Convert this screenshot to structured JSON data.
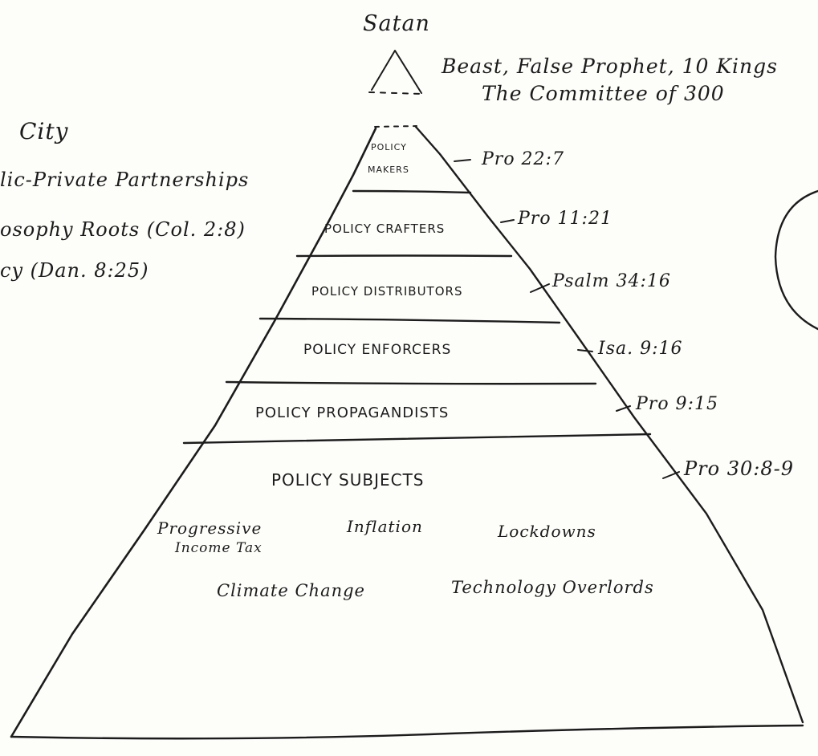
{
  "top": {
    "satan": "Satan",
    "beast_line": "Beast, False Prophet, 10 Kings",
    "committee_line": "The Committee of 300"
  },
  "left_notes": [
    "City",
    "lic-Private Partnerships",
    "osophy Roots (Col. 2:8)",
    "cy (Dan. 8:25)"
  ],
  "tiers": [
    {
      "line1": "POLICY",
      "line2": "MAKERS",
      "ref": "Pro 22:7"
    },
    {
      "label": "POLICY CRAFTERS",
      "ref": "Pro 11:21"
    },
    {
      "label": "POLICY DISTRIBUTORS",
      "ref": "Psalm 34:16"
    },
    {
      "label": "POLICY ENFORCERS",
      "ref": "Isa. 9:16"
    },
    {
      "label": "POLICY PROPAGANDISTS",
      "ref": "Pro 9:15"
    },
    {
      "label": "POLICY SUBJECTS",
      "ref": "Pro 30:8-9"
    }
  ],
  "subjects": {
    "progressive_1": "Progressive",
    "progressive_2": "Income Tax",
    "inflation": "Inflation",
    "lockdowns": "Lockdowns",
    "climate": "Climate Change",
    "technology": "Technology Overlords"
  },
  "colors": {
    "ink": "#1c1c1c",
    "paper": "#fdfdfa"
  }
}
